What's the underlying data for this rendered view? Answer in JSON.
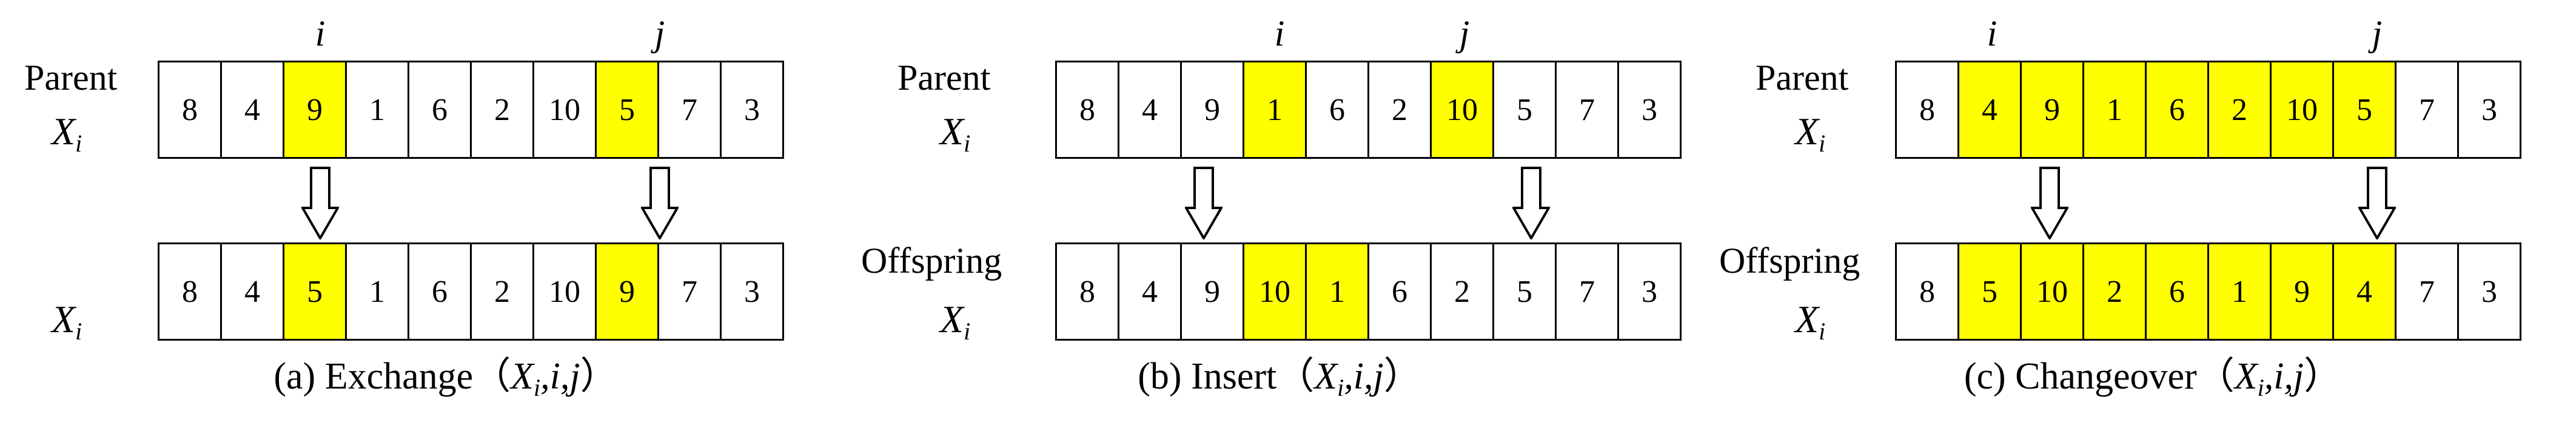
{
  "panels": [
    {
      "parent_label": "Parent",
      "offspring_label": "",
      "x_label": "X",
      "x_sub": "i",
      "markers": [
        {
          "text": "i",
          "index": 2
        },
        {
          "text": "j",
          "index": 7
        }
      ],
      "parent": [
        {
          "v": "8",
          "h": false
        },
        {
          "v": "4",
          "h": false
        },
        {
          "v": "9",
          "h": true
        },
        {
          "v": "1",
          "h": false
        },
        {
          "v": "6",
          "h": false
        },
        {
          "v": "2",
          "h": false
        },
        {
          "v": "10",
          "h": false
        },
        {
          "v": "5",
          "h": true
        },
        {
          "v": "7",
          "h": false
        },
        {
          "v": "3",
          "h": false
        }
      ],
      "offspring": [
        {
          "v": "8",
          "h": false
        },
        {
          "v": "4",
          "h": false
        },
        {
          "v": "5",
          "h": true
        },
        {
          "v": "1",
          "h": false
        },
        {
          "v": "6",
          "h": false
        },
        {
          "v": "2",
          "h": false
        },
        {
          "v": "10",
          "h": false
        },
        {
          "v": "9",
          "h": true
        },
        {
          "v": "7",
          "h": false
        },
        {
          "v": "3",
          "h": false
        }
      ],
      "caption_prefix": "(a) Exchange",
      "caption_paren_open": "（",
      "caption_x": "X",
      "caption_sub": "i",
      "caption_args": ",i,j",
      "caption_paren_close": "）"
    },
    {
      "parent_label": "Parent",
      "offspring_label": "Offspring",
      "x_label": "X",
      "x_sub": "i",
      "markers": [
        {
          "text": "i",
          "index": 3
        },
        {
          "text": "j",
          "index": 6
        }
      ],
      "parent": [
        {
          "v": "8",
          "h": false
        },
        {
          "v": "4",
          "h": false
        },
        {
          "v": "9",
          "h": false
        },
        {
          "v": "1",
          "h": true
        },
        {
          "v": "6",
          "h": false
        },
        {
          "v": "2",
          "h": false
        },
        {
          "v": "10",
          "h": true
        },
        {
          "v": "5",
          "h": false
        },
        {
          "v": "7",
          "h": false
        },
        {
          "v": "3",
          "h": false
        }
      ],
      "offspring": [
        {
          "v": "8",
          "h": false
        },
        {
          "v": "4",
          "h": false
        },
        {
          "v": "9",
          "h": false
        },
        {
          "v": "10",
          "h": true
        },
        {
          "v": "1",
          "h": true
        },
        {
          "v": "6",
          "h": false
        },
        {
          "v": "2",
          "h": false
        },
        {
          "v": "5",
          "h": false
        },
        {
          "v": "7",
          "h": false
        },
        {
          "v": "3",
          "h": false
        }
      ],
      "caption_prefix": "(b) Insert",
      "caption_paren_open": "（",
      "caption_x": "X",
      "caption_sub": "i",
      "caption_args": ",i,j",
      "caption_paren_close": "）"
    },
    {
      "parent_label": "Parent",
      "offspring_label": "Offspring",
      "x_label": "X",
      "x_sub": "i",
      "markers": [
        {
          "text": "i",
          "index": 1
        },
        {
          "text": "j",
          "index": 7
        }
      ],
      "parent": [
        {
          "v": "8",
          "h": false
        },
        {
          "v": "4",
          "h": true
        },
        {
          "v": "9",
          "h": true
        },
        {
          "v": "1",
          "h": true
        },
        {
          "v": "6",
          "h": true
        },
        {
          "v": "2",
          "h": true
        },
        {
          "v": "10",
          "h": true
        },
        {
          "v": "5",
          "h": true
        },
        {
          "v": "7",
          "h": false
        },
        {
          "v": "3",
          "h": false
        }
      ],
      "offspring": [
        {
          "v": "8",
          "h": false
        },
        {
          "v": "5",
          "h": true
        },
        {
          "v": "10",
          "h": true
        },
        {
          "v": "2",
          "h": true
        },
        {
          "v": "6",
          "h": true
        },
        {
          "v": "1",
          "h": true
        },
        {
          "v": "9",
          "h": true
        },
        {
          "v": "4",
          "h": true
        },
        {
          "v": "7",
          "h": false
        },
        {
          "v": "3",
          "h": false
        }
      ],
      "caption_prefix": "(c) Changeover",
      "caption_paren_open": "（",
      "caption_x": "X",
      "caption_sub": "i",
      "caption_args": ",i,j",
      "caption_paren_close": "）"
    }
  ],
  "colors": {
    "highlight": "#ffff00",
    "border": "#000000"
  }
}
